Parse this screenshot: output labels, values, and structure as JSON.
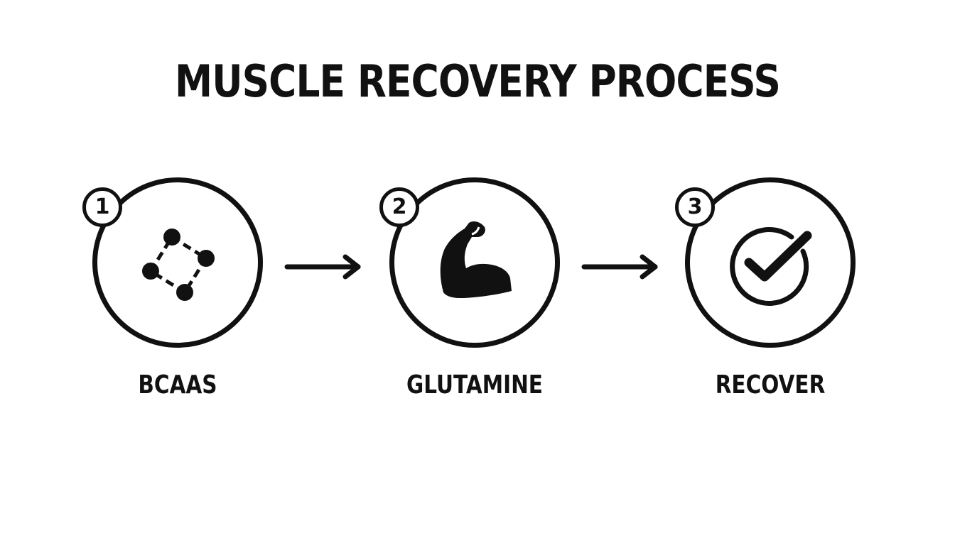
{
  "title": "MUSCLE RECOVERY PROCESS",
  "steps": [
    {
      "number": "1",
      "label": "BCAAS",
      "icon": "molecule-icon"
    },
    {
      "number": "2",
      "label": "GLUTAMINE",
      "icon": "flexed-bicep-icon"
    },
    {
      "number": "3",
      "label": "RECOVER",
      "icon": "checkmark-circle-icon"
    }
  ],
  "colors": {
    "ink": "#111111",
    "background": "#ffffff"
  }
}
